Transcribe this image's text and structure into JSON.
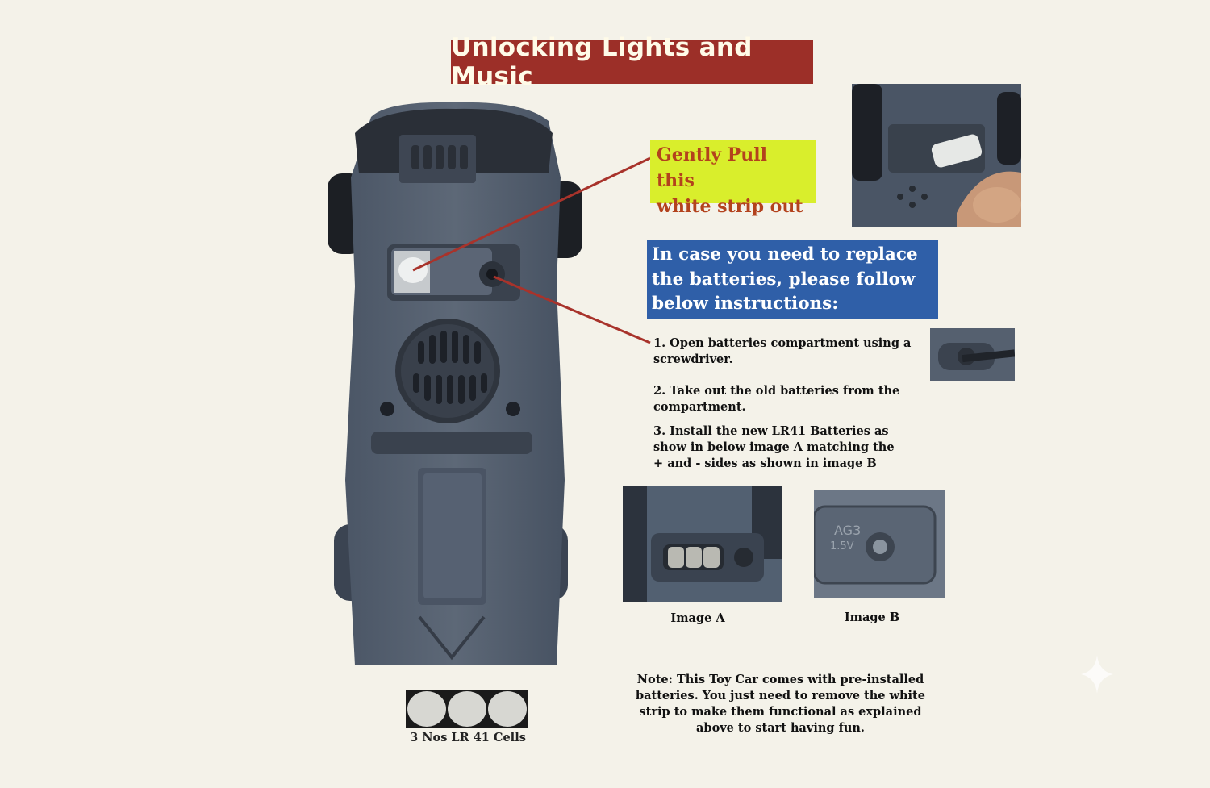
{
  "title": "Unlocking Lights and Music",
  "callout_pull": {
    "line1": "Gently Pull this",
    "line2": "white strip out"
  },
  "callout_replace": {
    "line1": "In case you need to replace",
    "line2": "the batteries, please follow",
    "line3": "below instructions:"
  },
  "steps": [
    {
      "line1": "1. Open batteries compartment using a",
      "line2": "screwdriver."
    },
    {
      "line1": "2. Take out the old batteries from the",
      "line2": "compartment."
    },
    {
      "line1": "3. Install the new LR41 Batteries as",
      "line2": "show in below image A matching the",
      "line3": "+ and - sides as shown in image B"
    }
  ],
  "images": {
    "a_label": "Image A",
    "b_label": "Image B"
  },
  "photo_labels": {
    "battery_code": "AG3",
    "voltage": "1.5V"
  },
  "note": {
    "line1": "Note: This Toy Car comes with pre-installed",
    "line2": "batteries. You just need to remove the white",
    "line3": "strip to make them functional as explained",
    "line4": "above to start having fun."
  },
  "cells_label": "3 Nos LR 41 Cells",
  "colors": {
    "title_bg": "#9c2f28",
    "yellow_callout": "#d9ee2c",
    "blue_callout": "#2f5fa8",
    "pointer_line": "#a8332b"
  }
}
